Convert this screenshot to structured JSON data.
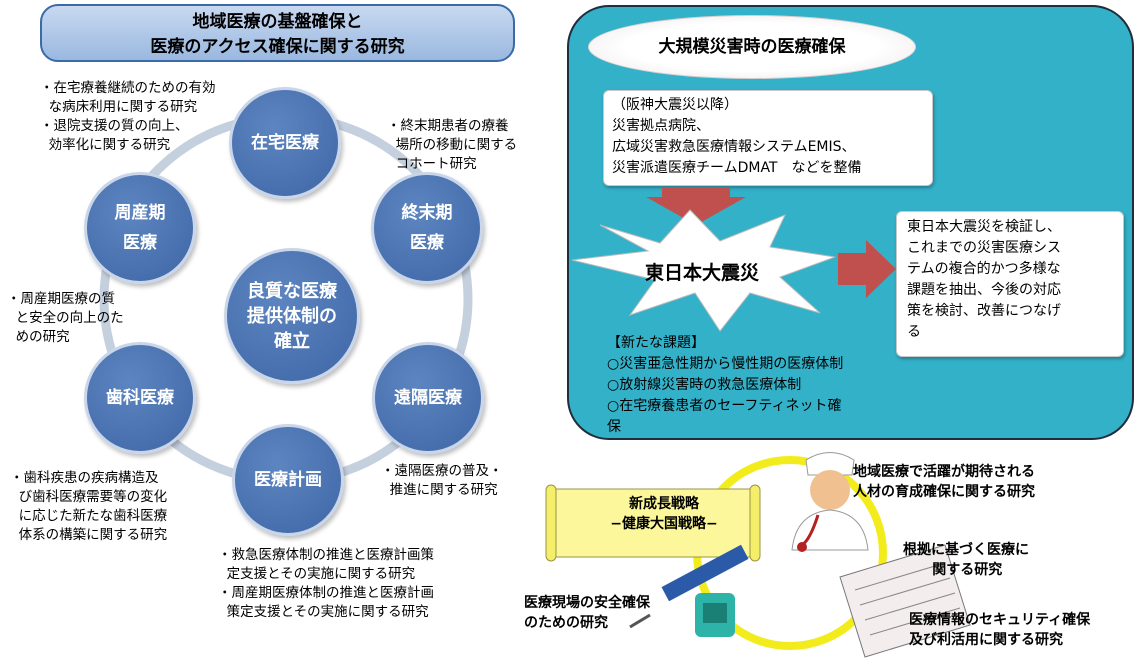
{
  "left": {
    "title_line1": "地域医療の基盤確保と",
    "title_line2": "医療のアクセス確保に関する研究",
    "center_line1": "良質な医療",
    "center_line2": "提供体制の",
    "center_line3": "確立",
    "nodes": {
      "home": "在宅医療",
      "terminal_line1": "終末期",
      "terminal_line2": "医療",
      "remote": "遠隔医療",
      "planning": "医療計画",
      "dental": "歯科医療",
      "perinatal_line1": "周産期",
      "perinatal_line2": "医療"
    },
    "notes": {
      "home": "・在宅療養継続のための有効\n  な病床利用に関する研究\n・退院支援の質の向上、\n  効率化に関する研究",
      "terminal": "・終末期患者の療養\n  場所の移動に関する\n  コホート研究",
      "perinatal": "・周産期医療の質\n  と安全の向上のた\n  めの研究",
      "dental": "・歯科疾患の疾病構造及\n  び歯科医療需要等の変化\n  に応じた新たな歯科医療\n  体系の構築に関する研究",
      "remote": "・遠隔医療の普及・\n  推進に関する研究",
      "planning": "・救急医療体制の推進と医療計画策\n  定支援とその実施に関する研究\n・周産期医療体制の推進と医療計画\n  策定支援とその実施に関する研究"
    }
  },
  "disaster": {
    "title": "大規模災害時の医療確保",
    "background_text": "（阪神大震災以降）\n災害拠点病院、\n広域災害救急医療情報システムEMIS、\n災害派遣医療チームDMAT　などを整備",
    "earthquake_label": "東日本大震災",
    "result_text": "東日本大震災を検証し、\nこれまでの災害医療シス\nテムの複合的かつ多様な\n課題を抽出、今後の対応\n策を検討、改善につなげ\nる",
    "issues_text": "【新たな課題】\n○災害亜急性期から慢性期の医療体制\n○放射線災害時の救急医療体制\n○在宅療養患者のセーフティネット確\n保"
  },
  "growth": {
    "scroll_line1": "新成長戦略",
    "scroll_line2": "−健康大国戦略−",
    "personnel": "地域医療で活躍が期待される\n人材の育成確保に関する研究",
    "evidence": "根拠に基づく医療に\n      関する研究",
    "safety": "医療現場の安全確保\nのための研究",
    "security": "医療情報のセキュリティ確保\n及び利活用に関する研究"
  },
  "colors": {
    "circle_fill": "#4a72b0",
    "panel_fill": "#33b1c9",
    "arrow_red": "#c0504d",
    "ring_yellow": "#f2ec1c"
  }
}
